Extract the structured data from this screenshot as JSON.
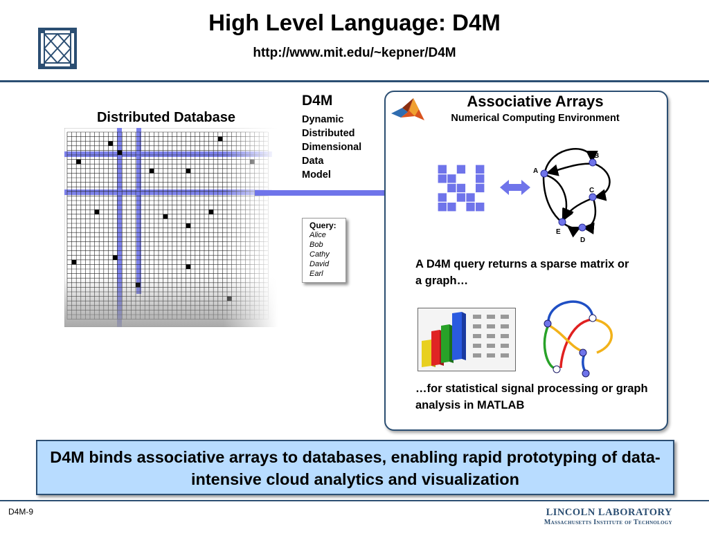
{
  "slide": {
    "title": "High Level Language: D4M",
    "url": "http://www.mit.edu/~kepner/D4M",
    "distributed_database_label": "Distributed Database",
    "d4m": {
      "heading": "D4M",
      "words": [
        "Dynamic",
        "Distributed",
        "Dimensional",
        "Data",
        "Model"
      ]
    },
    "query": {
      "title": "Query:",
      "names": [
        "Alice",
        "Bob",
        "Cathy",
        "David",
        "Earl"
      ]
    },
    "associative_arrays": {
      "title": "Associative Arrays",
      "subtitle": "Numerical Computing Environment",
      "graph_nodes": [
        "A",
        "B",
        "C",
        "D",
        "E"
      ],
      "sparse_text": "A D4M query returns a sparse matrix or a graph…",
      "stat_text": "…for statistical signal processing or graph analysis in MATLAB"
    },
    "banner": "D4M binds associative arrays to databases, enabling rapid prototyping of data-intensive cloud analytics and visualization",
    "slide_number": "D4M-9",
    "footer": {
      "lab": "LINCOLN LABORATORY",
      "institution": "Massachusetts Institute of Technology"
    },
    "colors": {
      "navy": "#2b4e72",
      "highlight": "#6f74ea",
      "banner": "#b8dcff"
    }
  }
}
